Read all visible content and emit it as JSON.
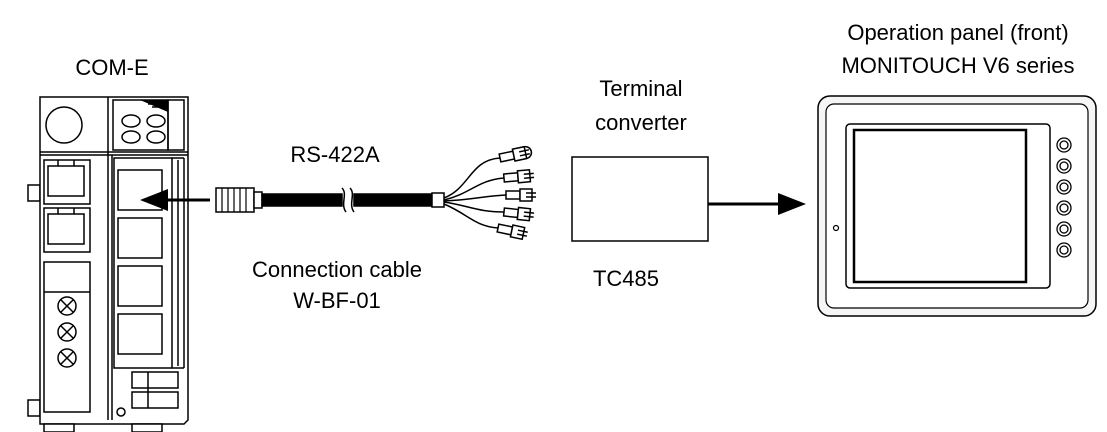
{
  "labels": {
    "com_e": "COM-E",
    "rs422a": "RS-422A",
    "cable_line1": "Connection cable",
    "cable_line2": "W-BF-01",
    "terminal_line1": "Terminal",
    "terminal_line2": "converter",
    "tc485": "TC485",
    "panel_line1": "Operation panel (front)",
    "panel_line2": "MONITOUCH V6 series"
  },
  "colors": {
    "line": "#000000",
    "panel_face": "#f5f5f5",
    "screen": "#ffffff"
  }
}
